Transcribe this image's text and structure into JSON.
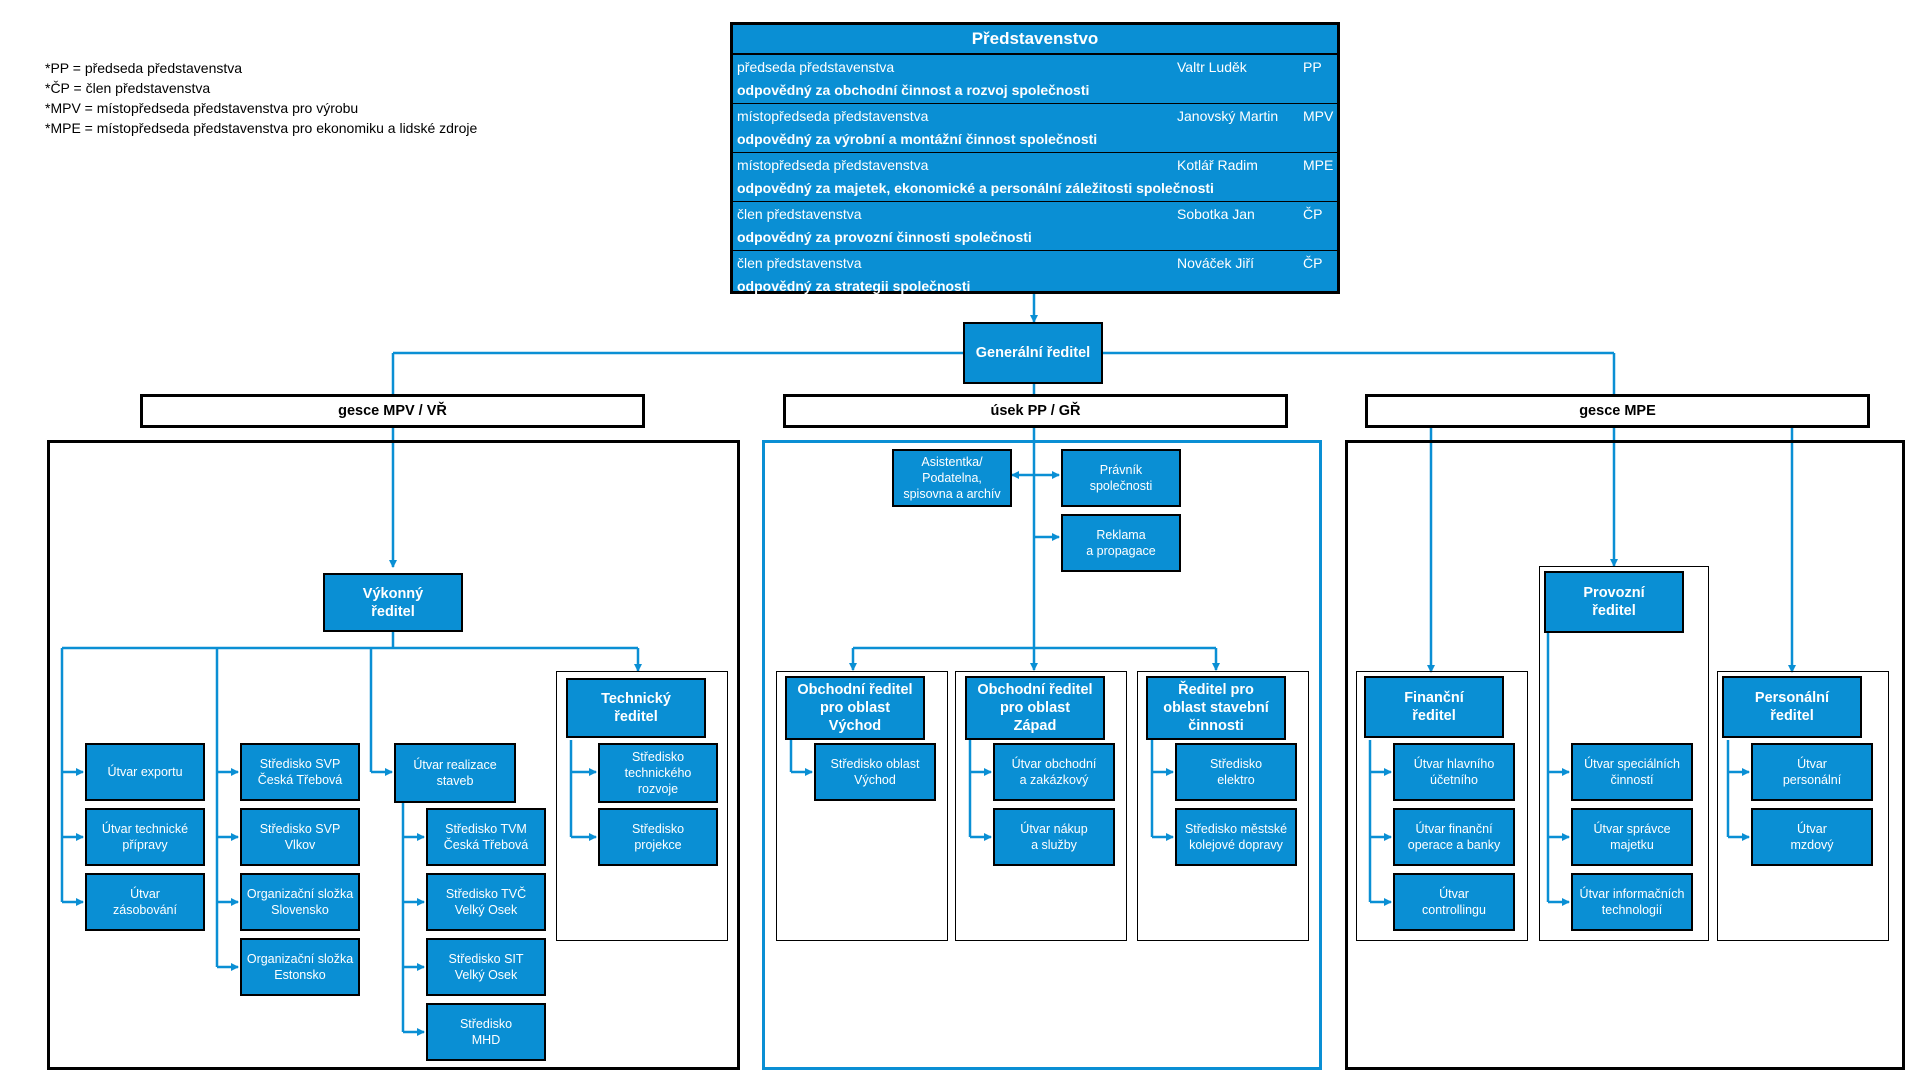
{
  "legend": [
    "*PP = předseda představenstva",
    "*ČP = člen představenstva",
    "*MPV = místopředseda představenstva pro výrobu",
    "*MPE = místopředseda představenstva pro ekonomiku a lidské zdroje"
  ],
  "board": {
    "title": "Představenstvo",
    "members": [
      {
        "role": "předseda představenstva",
        "name": "Valtr Luděk",
        "abbr": "PP",
        "resp": "odpovědný za obchodní činnost a rozvoj společnosti"
      },
      {
        "role": "místopředseda představenstva",
        "name": "Janovský Martin",
        "abbr": "MPV",
        "resp": "odpovědný za výrobní a montážní činnost společnosti"
      },
      {
        "role": "místopředseda představenstva",
        "name": "Kotlář Radim",
        "abbr": "MPE",
        "resp": "odpovědný za majetek, ekonomické a personální záležitosti společnosti"
      },
      {
        "role": "člen představenstva",
        "name": "Sobotka Jan",
        "abbr": "ČP",
        "resp": "odpovědný za provozní činnosti společnosti"
      },
      {
        "role": "člen představenstva",
        "name": "Nováček Jiří",
        "abbr": "ČP",
        "resp": "odpovědný za strategii společnosti"
      }
    ]
  },
  "ceo": "Generální ředitel",
  "sections": {
    "left_title": "gesce MPV /  VŘ",
    "mid_title": "úsek PP / GŘ",
    "right_title": "gesce MPE"
  },
  "left": {
    "exec": "Výkonný\nředitel",
    "col1": [
      "Útvar exportu",
      "Útvar technické\npřípravy",
      "Útvar\nzásobování"
    ],
    "col2": [
      "Středisko SVP\nČeská Třebová",
      "Středisko SVP\nVlkov",
      "Organizační složka\nSlovensko",
      "Organizační složka\nEstonsko"
    ],
    "col3_head": "Útvar realizace\nstaveb",
    "col3": [
      "Středisko TVM\nČeská Třebová",
      "Středisko TVČ\nVelký Osek",
      "Středisko SIT\nVelký Osek",
      "Středisko\nMHD"
    ],
    "tech_head": "Technický\nředitel",
    "tech": [
      "Středisko\ntechnického\nrozvoje",
      "Středisko\nprojekce"
    ]
  },
  "mid": {
    "assistant": "Asistentka/\nPodatelna,\nspisovna a archív",
    "lawyer": "Právník\nspolečnosti",
    "ads": "Reklama\na propagace",
    "east_head": "Obchodní ředitel\npro oblast\nVýchod",
    "east": [
      "Středisko oblast\nVýchod"
    ],
    "west_head": "Obchodní ředitel\npro oblast\nZápad",
    "west": [
      "Útvar obchodní\na zakázkový",
      "Útvar nákup\na služby"
    ],
    "build_head": "Ředitel pro\noblast  stavební\nčinnosti",
    "build": [
      "Středisko\nelektro",
      "Středisko městské\nkolejové dopravy"
    ]
  },
  "right": {
    "fin_head": "Finanční\nředitel",
    "fin": [
      "Útvar hlavního\núčetního",
      "Útvar finanční\noperace a banky",
      "Útvar\ncontrollingu"
    ],
    "ops_head": "Provozní\nředitel",
    "ops": [
      "Útvar speciálních\nčinností",
      "Útvar správce\nmajetku",
      "Útvar informačních\ntechnologií"
    ],
    "hr_head": "Personální\nředitel",
    "hr": [
      "Útvar\npersonální",
      "Útvar\nmzdový"
    ]
  },
  "colors": {
    "box": "#0a8fd4",
    "line": "#0a8fd4",
    "border": "#000000"
  }
}
